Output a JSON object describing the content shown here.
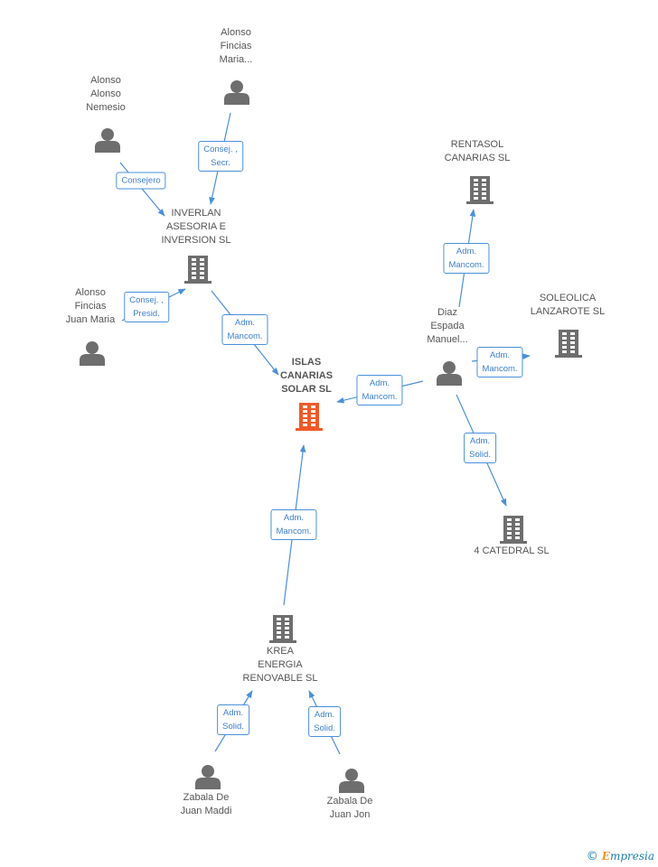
{
  "colors": {
    "edge": "#4a90d9",
    "icon": "#6e6e6e",
    "central_icon": "#f05a28",
    "label_text": "#555555"
  },
  "nodes": [
    {
      "id": "islas",
      "type": "company",
      "central": true,
      "lines": [
        "ISLAS",
        "CANARIAS",
        "SOLAR SL"
      ]
    },
    {
      "id": "inverlan",
      "type": "company",
      "lines": [
        "INVERLAN",
        "ASESORIA E",
        "INVERSION SL"
      ]
    },
    {
      "id": "rentasol",
      "type": "company",
      "lines": [
        "RENTASOL",
        "CANARIAS SL"
      ]
    },
    {
      "id": "soleolica",
      "type": "company",
      "lines": [
        "SOLEOLICA",
        "LANZAROTE SL"
      ]
    },
    {
      "id": "catedral",
      "type": "company",
      "lines": [
        "4 CATEDRAL SL"
      ]
    },
    {
      "id": "krea",
      "type": "company",
      "lines": [
        "KREA",
        "ENERGIA",
        "RENOVABLE SL"
      ]
    },
    {
      "id": "alonso_maria",
      "type": "person",
      "lines": [
        "Alonso",
        "Fincias",
        "Maria..."
      ]
    },
    {
      "id": "alonso_nemesio",
      "type": "person",
      "lines": [
        "Alonso",
        "Alonso",
        "Nemesio"
      ]
    },
    {
      "id": "alonso_juan",
      "type": "person",
      "lines": [
        "Alonso",
        "Fincias",
        "Juan Maria"
      ]
    },
    {
      "id": "diaz",
      "type": "person",
      "lines": [
        "Diaz",
        "Espada",
        "Manuel..."
      ]
    },
    {
      "id": "zabala_maddi",
      "type": "person",
      "lines": [
        "Zabala De",
        "Juan Maddi"
      ]
    },
    {
      "id": "zabala_jon",
      "type": "person",
      "lines": [
        "Zabala De",
        "Juan Jon"
      ]
    }
  ],
  "edges": [
    {
      "id": "e1",
      "from": "alonso_maria",
      "to": "inverlan",
      "lines": [
        "Consej. ,",
        "Secr."
      ]
    },
    {
      "id": "e2",
      "from": "alonso_nemesio",
      "to": "inverlan",
      "lines": [
        "Consejero"
      ]
    },
    {
      "id": "e3",
      "from": "alonso_juan",
      "to": "inverlan",
      "lines": [
        "Consej. ,",
        "Presid."
      ]
    },
    {
      "id": "e4",
      "from": "inverlan",
      "to": "islas",
      "lines": [
        "Adm.",
        "Mancom."
      ]
    },
    {
      "id": "e5",
      "from": "diaz",
      "to": "islas",
      "lines": [
        "Adm.",
        "Mancom."
      ]
    },
    {
      "id": "e6",
      "from": "diaz",
      "to": "rentasol",
      "lines": [
        "Adm.",
        "Mancom."
      ]
    },
    {
      "id": "e7",
      "from": "diaz",
      "to": "soleolica",
      "lines": [
        "Adm.",
        "Mancom."
      ]
    },
    {
      "id": "e8",
      "from": "diaz",
      "to": "catedral",
      "lines": [
        "Adm.",
        "Solid."
      ]
    },
    {
      "id": "e9",
      "from": "krea",
      "to": "islas",
      "lines": [
        "Adm.",
        "Mancom."
      ]
    },
    {
      "id": "e10",
      "from": "zabala_maddi",
      "to": "krea",
      "lines": [
        "Adm.",
        "Solid."
      ]
    },
    {
      "id": "e11",
      "from": "zabala_jon",
      "to": "krea",
      "lines": [
        "Adm.",
        "Solid."
      ]
    }
  ],
  "brand": {
    "copyright": "©",
    "initial": "E",
    "rest": "mpresia"
  }
}
